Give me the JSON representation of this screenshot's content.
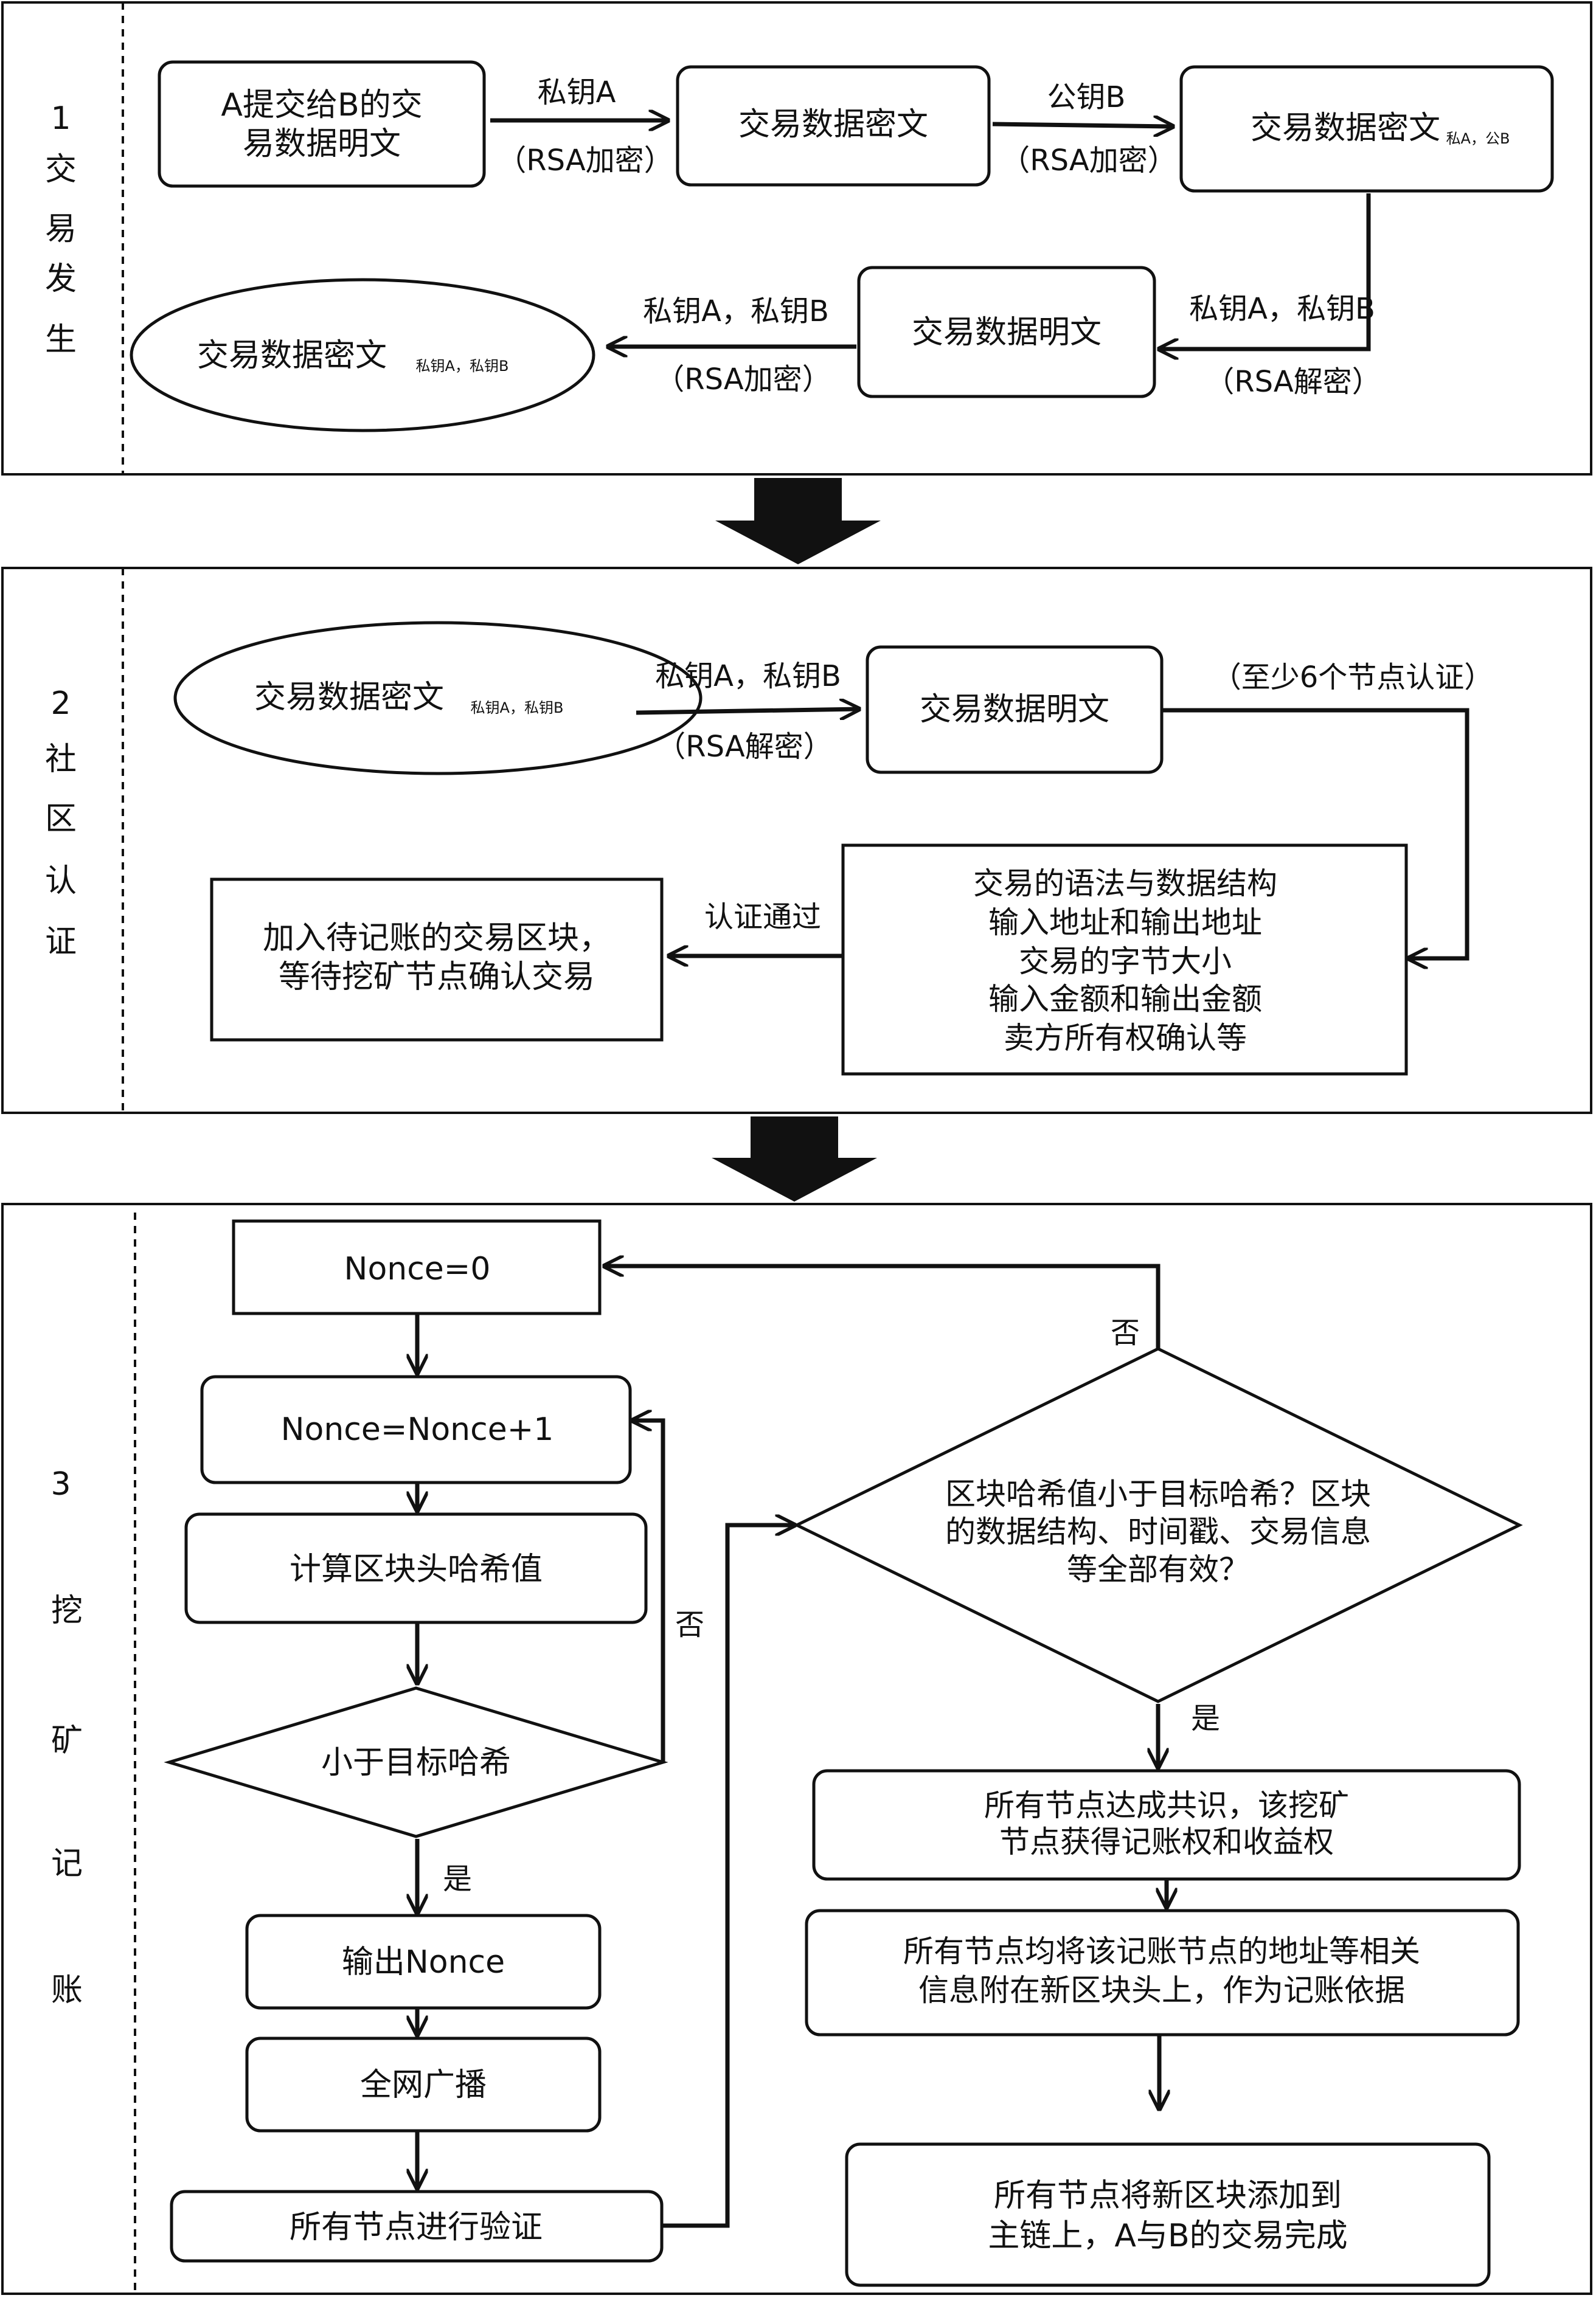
{
  "section1": {
    "label": [
      "1",
      "交",
      "易",
      "发",
      "生"
    ],
    "plaintext_box": [
      "A提交给B的交",
      "易数据明文"
    ],
    "arrow1_top": "私钥A",
    "arrow1_bottom": "（RSA加密）",
    "cipher_box1": "交易数据密文",
    "arrow2_top": "公钥B",
    "arrow2_bottom": "（RSA加密）",
    "cipher_box2_main": "交易数据密文",
    "cipher_box2_sub": "私A，公B",
    "arrow3_top": "私钥A，私钥B",
    "arrow3_bottom": "（RSA解密）",
    "plain_box2": "交易数据明文",
    "arrow4_top": "私钥A，私钥B",
    "arrow4_bottom": "（RSA加密）",
    "final_ellipse_main": "交易数据密文",
    "final_ellipse_sub": "私钥A，私钥B"
  },
  "section2": {
    "label": [
      "2",
      "社",
      "区",
      "认",
      "证"
    ],
    "ellipse_main": "交易数据密文",
    "ellipse_sub": "私钥A，私钥B",
    "arrow_top": "私钥A，私钥B",
    "arrow_bottom": "（RSA解密）",
    "plain_box": "交易数据明文",
    "note": "（至少6个节点认证）",
    "checks": [
      "交易的语法与数据结构",
      "输入地址和输出地址",
      "交易的字节大小",
      "输入金额和输出金额",
      "卖方所有权确认等"
    ],
    "pass_label": "认证通过",
    "result_box": [
      "加入待记账的交易区块，",
      "等待挖矿节点确认交易"
    ]
  },
  "section3": {
    "label": [
      "3",
      "挖",
      "矿",
      "记",
      "账"
    ],
    "nonce0": "Nonce=0",
    "nonce_inc": "Nonce=Nonce+1",
    "calc_hash": "计算区块头哈希值",
    "decision_small": "小于目标哈希",
    "no_label_left": "否",
    "yes_label_left": "是",
    "output_nonce": "输出Nonce",
    "broadcast": "全网广播",
    "verify": "所有节点进行验证",
    "decision_big": [
      "区块哈希值小于目标哈希？区块",
      "的数据结构、时间戳、交易信息",
      "等全部有效？"
    ],
    "no_label_right": "否",
    "yes_label_right": "是",
    "consensus": [
      "所有节点达成共识，该挖矿",
      "节点获得记账权和收益权"
    ],
    "attach": [
      "所有节点均将该记账节点的地址等相关",
      "信息附在新区块头上，作为记账依据"
    ],
    "complete": [
      "所有节点将新区块添加到",
      "主链上，A与B的交易完成"
    ]
  },
  "colors": {
    "ink": "#111111",
    "background": "#ffffff"
  }
}
